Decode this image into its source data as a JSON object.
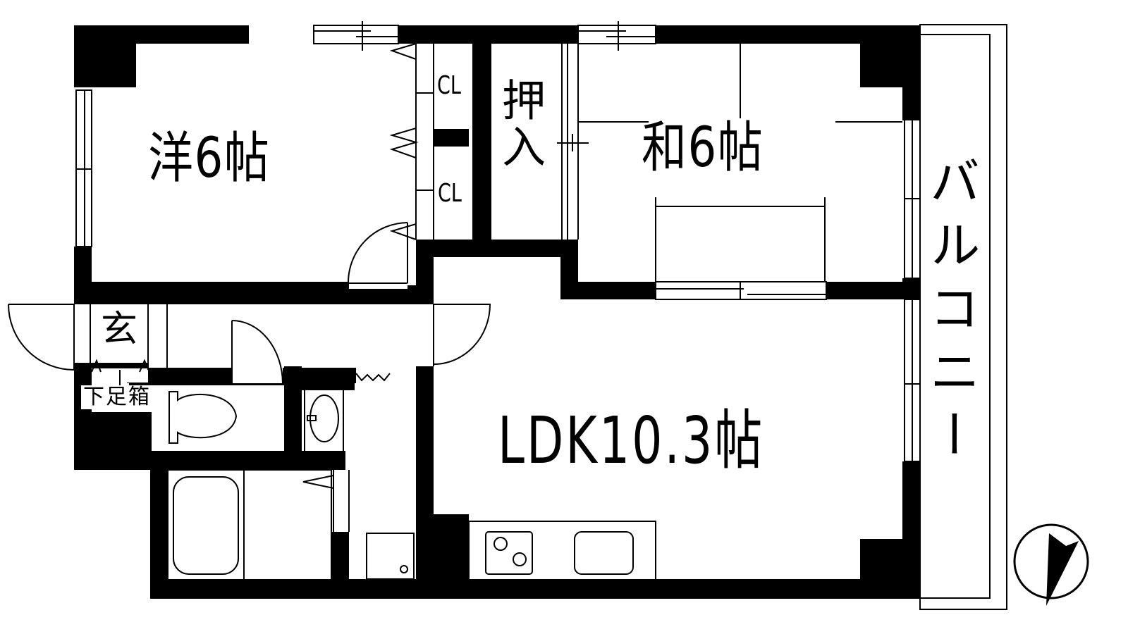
{
  "floorplan": {
    "rooms": {
      "western": {
        "label": "洋6帖",
        "type": "Western-style room",
        "size_jo": 6
      },
      "japanese": {
        "label": "和6帖",
        "type": "Japanese-style room",
        "size_jo": 6
      },
      "ldk": {
        "label": "LDK10.3帖",
        "type": "Living Dining Kitchen",
        "size_jo": 10.3
      },
      "balcony": {
        "label": "バルコニー"
      },
      "entrance": {
        "label": "玄"
      },
      "closet_upper": {
        "label": "CL"
      },
      "closet_lower": {
        "label": "CL"
      },
      "oshiire": {
        "label": "押入"
      },
      "shoe_box": {
        "label": "下足箱"
      }
    },
    "fixtures": [
      "toilet",
      "washbasin",
      "bathtub",
      "washing-machine-pan",
      "two-burner-stove",
      "kitchen-sink"
    ],
    "compass": {
      "icon": "north-arrow-icon"
    },
    "colors": {
      "wall": "#000000",
      "background": "#ffffff",
      "line": "#000000"
    }
  }
}
